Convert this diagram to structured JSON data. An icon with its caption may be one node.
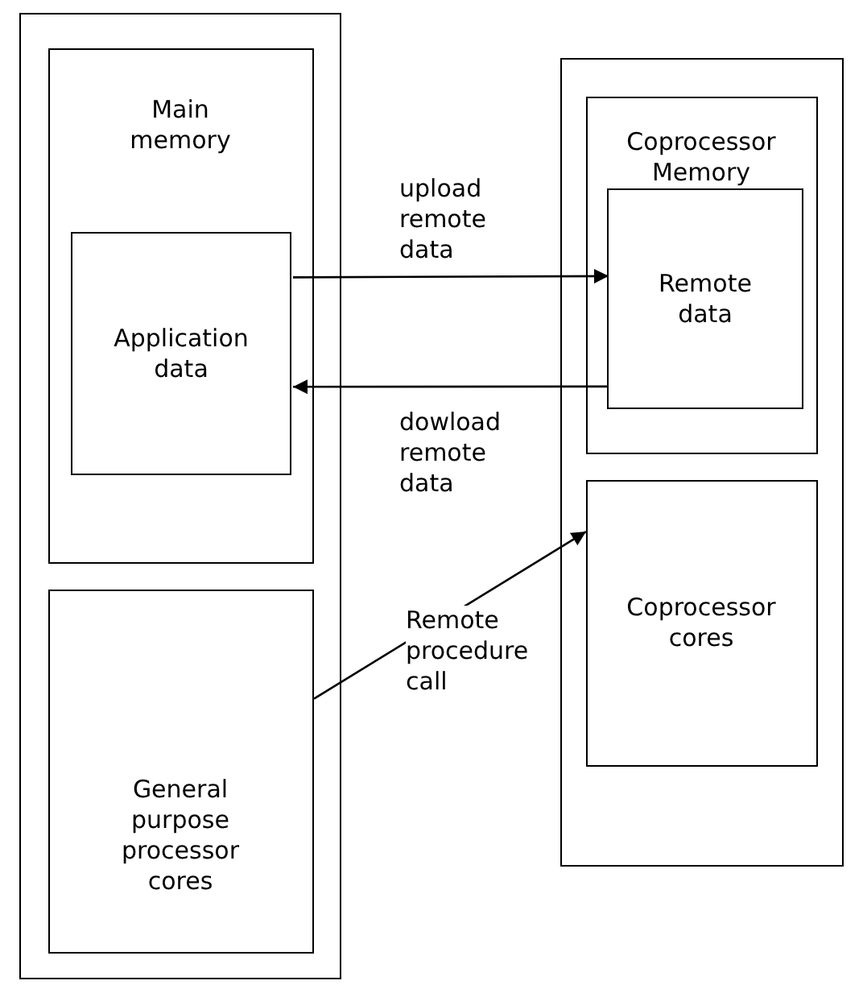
{
  "diagram": {
    "nodes": [
      {
        "text": [],
        "shape": "box"
      },
      {
        "text": [
          "Main memory"
        ],
        "in": 0
      },
      {
        "text": [
          "Application data"
        ],
        "in": 1
      },
      {
        "text": [
          "General purpose processor cores"
        ],
        "in": 0
      },
      {
        "text": [],
        "shape": "box"
      },
      {
        "text": [
          "Coprocessor Memory"
        ],
        "in": 4
      },
      {
        "text": [
          "Remote data"
        ],
        "in": 5
      },
      {
        "text": [
          "Coprocessor cores"
        ],
        "in": 4
      }
    ],
    "edges": [
      {
        "from": 2,
        "to": 6,
        "arrow": "to",
        "label": "upload remote data"
      },
      {
        "from": 6,
        "to": 2,
        "arrow": "to",
        "label": "dowload remote data"
      },
      {
        "from": 3,
        "to": 7,
        "arrow": "to",
        "label": "Remote procedure call"
      }
    ]
  }
}
